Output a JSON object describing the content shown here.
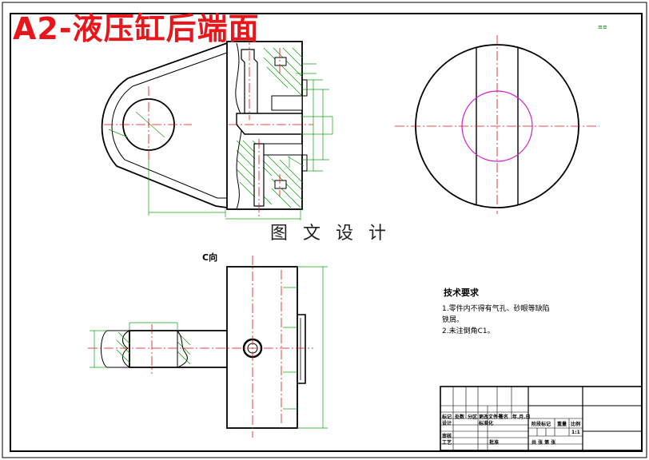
{
  "overlay_title": "A2-液压缸后端面",
  "watermark": "图 文 设 计",
  "view_label": "C向",
  "corner_mark": "≡≡",
  "technical_requirements": {
    "heading": "技术要求",
    "lines": [
      "1.零件内不得有气孔、砂眼等缺陷",
      "铁屑。",
      "2.未注倒角C1。"
    ]
  },
  "title_block": {
    "row1": [
      "标记",
      "处数",
      "分区",
      "更改文件号",
      "签名",
      "年.月.日"
    ],
    "design": "设计",
    "standardize": "标准化",
    "stage_mark": "阶段标记",
    "weight": "重量",
    "scale": "比例",
    "scale_value": "1:1",
    "review": "审核",
    "process": "工艺",
    "approve": "批准",
    "sheets": "共  张  第  张"
  },
  "colors": {
    "title_red": "#e8161b",
    "centerline_red": "#e01010",
    "dimension_green": "#12a012",
    "hidden_magenta": "#d020d0",
    "hatch_green": "#10a010",
    "outline": "#000000"
  }
}
